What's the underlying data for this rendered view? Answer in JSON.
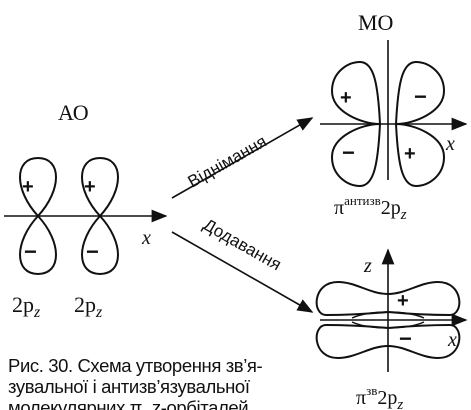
{
  "ao_label": "АО",
  "mo_label": "МО",
  "axis_x": "x",
  "axis_z": "z",
  "orbital_left_1": "2p",
  "orbital_left_1_sub": "z",
  "orbital_left_2": "2p",
  "orbital_left_2_sub": "z",
  "arrow_top_label": "Віднімання",
  "arrow_bottom_label": "Додавання",
  "mo_antibonding": {
    "base": "π",
    "sup": "антизв",
    "tail": "2p",
    "sub": "z"
  },
  "mo_bonding": {
    "base": "π",
    "sup": "зв",
    "tail": "2p",
    "sub": "z"
  },
  "signs": {
    "plus": "+",
    "minus": "−"
  },
  "caption": {
    "line1": "Рис. 30. Схема утворення зв’я-",
    "line2": "зувальної і антизв’язувальної",
    "line3": "молекулярних π_z-орбіталей"
  }
}
